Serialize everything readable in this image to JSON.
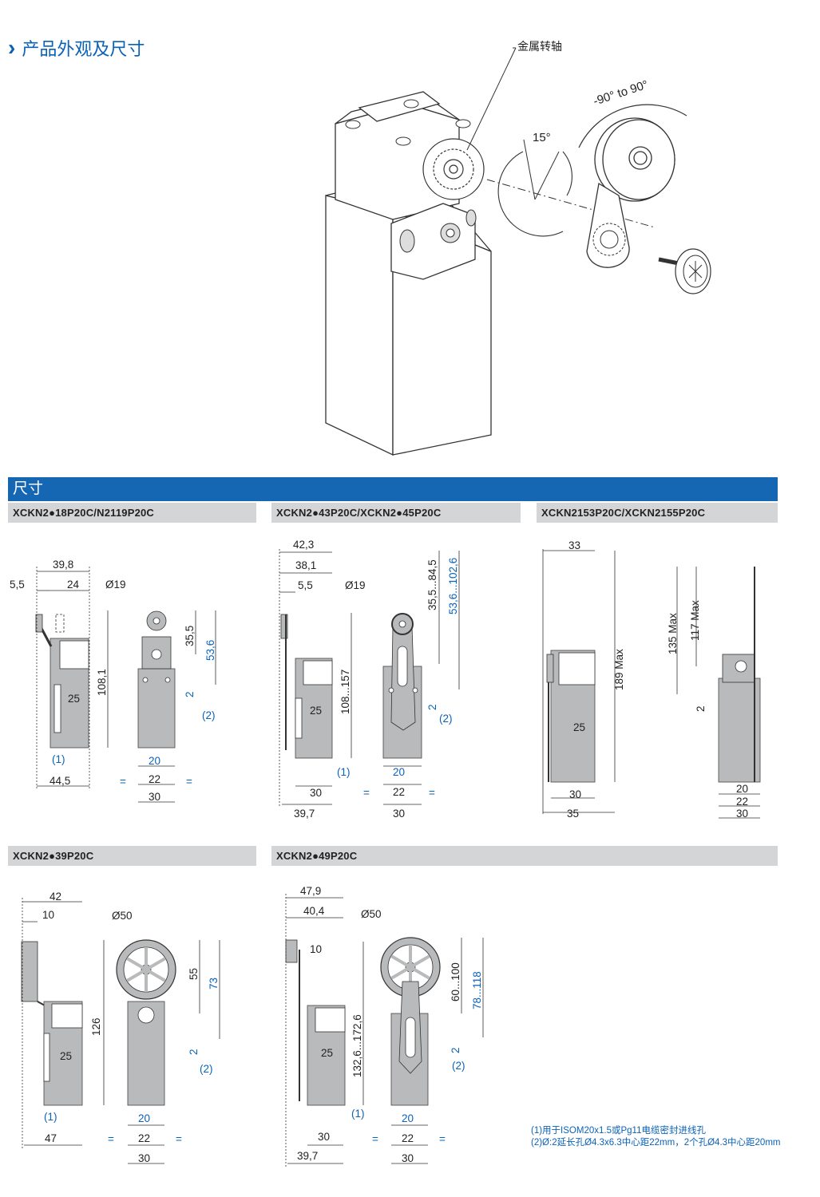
{
  "section_title": "产品外观及尺寸",
  "callout_metal_shaft": "金属转轴",
  "angle_range": "-90° to 90°",
  "angle_15": "15°",
  "dimensions_bar": "尺寸",
  "model_headers": [
    "XCKN2●18P20C/N2119P20C",
    "XCKN2●43P20C/XCKN2●45P20C",
    "XCKN2153P20C/XCKN2155P20C",
    "XCKN2●39P20C",
    "XCKN2●49P20C"
  ],
  "d1": {
    "w398": "39,8",
    "w55": "5,5",
    "w24": "24",
    "dia": "Ø19",
    "h108": "108,1",
    "h35": "35,5",
    "h53": "53,6",
    "d25": "25",
    "d2": "2",
    "n2": "(2)",
    "n1": "(1)",
    "w445": "44,5",
    "w20": "20",
    "w22": "22",
    "w30": "30",
    "eq": "="
  },
  "d2": {
    "w423": "42,3",
    "w381": "38,1",
    "w55": "5,5",
    "dia": "Ø19",
    "h355": "35,5...84,5",
    "h536": "53,6...102,6",
    "h108": "108...157",
    "d25": "25",
    "d2": "2",
    "n2": "(2)",
    "n1": "(1)",
    "w20": "20",
    "w22": "22",
    "w30a": "30",
    "w397": "39,7",
    "w30b": "30",
    "eq": "="
  },
  "d3": {
    "w33": "33",
    "h189": "189 Max",
    "h135": "135 Max",
    "h117": "117 Max",
    "d2": "2",
    "d25": "25",
    "w30a": "30",
    "w35": "35",
    "w20": "20",
    "w22": "22",
    "w30b": "30"
  },
  "d4": {
    "w42": "42",
    "w10": "10",
    "dia": "Ø50",
    "h126": "126",
    "h55": "55",
    "h73": "73",
    "d25": "25",
    "d2": "2",
    "n2": "(2)",
    "n1": "(1)",
    "w47": "47",
    "w20": "20",
    "w22": "22",
    "w30": "30",
    "eq": "="
  },
  "d5": {
    "w479": "47,9",
    "w404": "40,4",
    "w10": "10",
    "dia": "Ø50",
    "h132": "132,6...172,6",
    "h60": "60...100",
    "h78": "78...118",
    "d25": "25",
    "d2": "2",
    "n2": "(2)",
    "n1": "(1)",
    "w30a": "30",
    "w397": "39,7",
    "w20": "20",
    "w22": "22",
    "w30b": "30",
    "eq": "="
  },
  "notes": [
    "(1)用于ISOM20x1.5或Pg11电缆密封进线孔",
    "(2)Ø:2延长孔Ø4.3x6.3中心距22mm，2个孔Ø4.3中心距20mm"
  ],
  "colors": {
    "accent_blue": "#1566b3",
    "header_gray": "#d4d5d6",
    "body_gray": "#b9babb",
    "dim_blue": "#0a62b8"
  }
}
